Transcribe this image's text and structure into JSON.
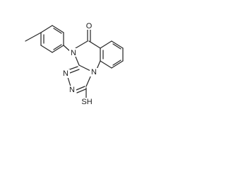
{
  "structure": {
    "atoms": {
      "oxygen": "O",
      "n_amide": "N",
      "n_triazole_left": "N",
      "n_triazole_bottom": "N",
      "n_bridgehead": "N",
      "thiol": "SH"
    }
  }
}
